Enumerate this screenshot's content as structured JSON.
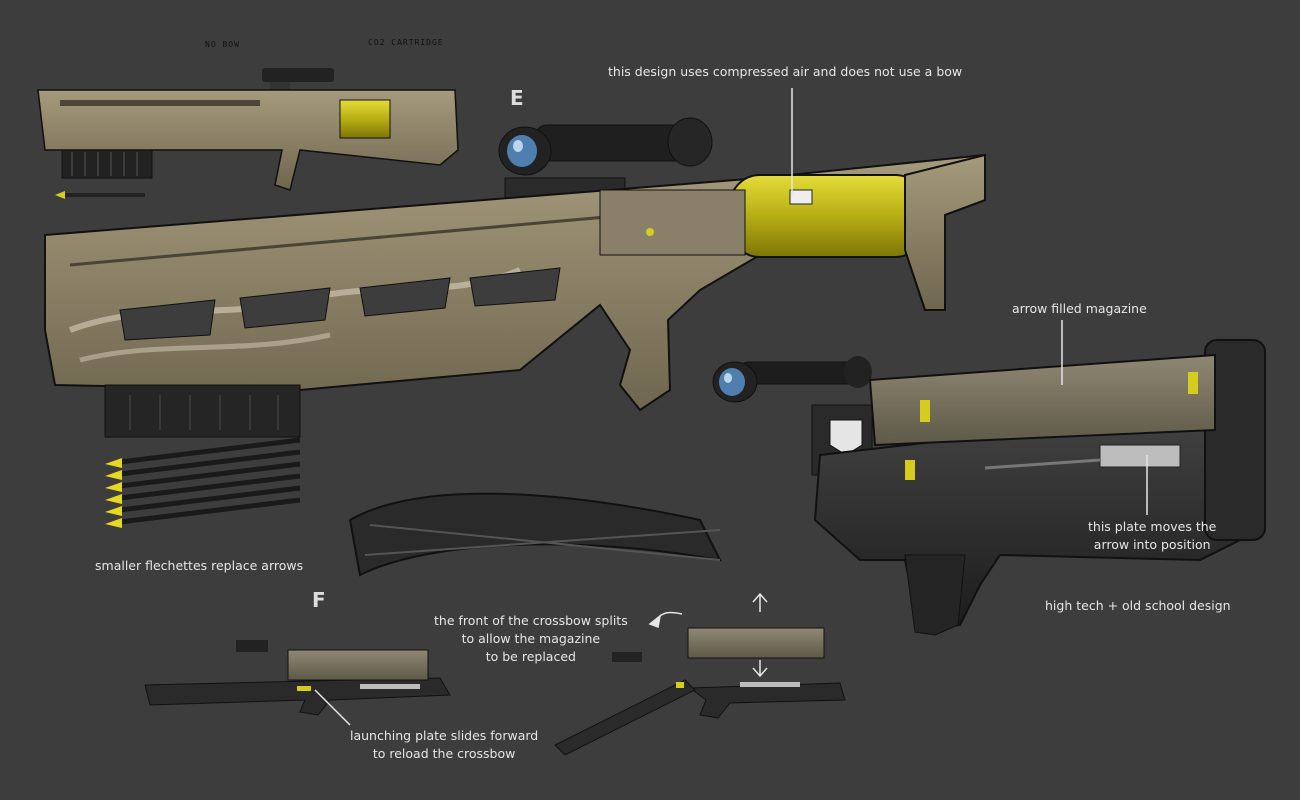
{
  "sketch_labels": {
    "top_left_note": "NO BOW",
    "top_note": "CO2 CARTRIDGE",
    "design_e": "E",
    "design_f": "F"
  },
  "annotations": {
    "compressed_air": "this design uses compressed air and does not use a bow",
    "magazine": "arrow filled magazine",
    "plate_moves": [
      "this plate moves the",
      "arrow into position"
    ],
    "flechettes": "smaller flechettes replace arrows",
    "high_tech": "high tech + old school design",
    "front_splits": [
      "the front of the crossbow splits",
      "to allow the magazine",
      "to be replaced"
    ],
    "launching_plate": [
      "launching plate slides forward",
      "to reload the crossbow"
    ]
  },
  "colors": {
    "background": "#3d3d3d",
    "tan_body": "#8f8468",
    "dark_body": "#2b2b2b",
    "magazine": "#7a7462",
    "accent_yellow": "#d6cc1e"
  }
}
